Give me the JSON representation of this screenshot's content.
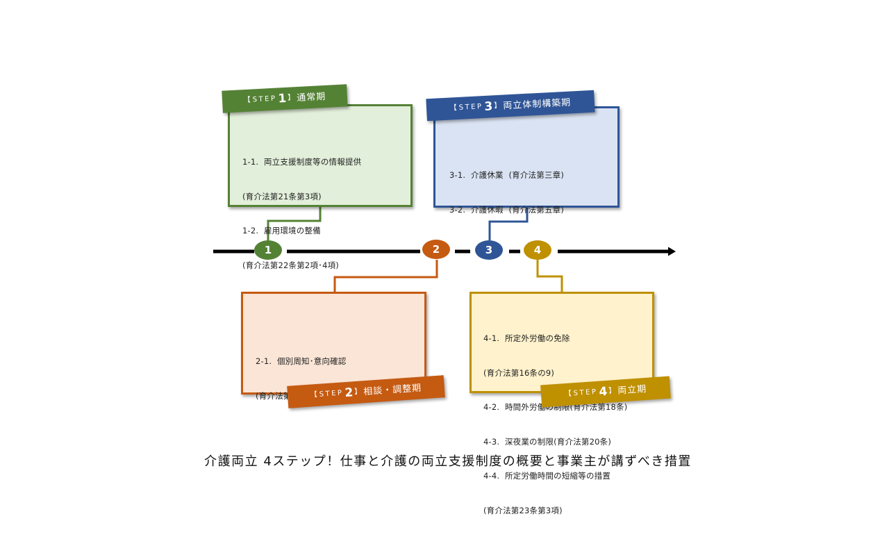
{
  "steps": [
    {
      "bracket_open": "【",
      "step_word": "STEP",
      "number": "1",
      "bracket_close": "】",
      "phase": "通常期",
      "marker": "1",
      "color": "#548235",
      "fill": "#e2efda",
      "lines": [
        "1-1.  両立支援制度等の情報提供",
        "(育介法第21条第3項)",
        "1-2.  雇用環境の整備",
        "(育介法第22条第2項･4項)"
      ]
    },
    {
      "bracket_open": "【",
      "step_word": "STEP",
      "number": "2",
      "bracket_close": "】",
      "phase": "相談・調整期",
      "marker": "2",
      "color": "#c55a11",
      "fill": "#fbe5d6",
      "lines": [
        "2-1.  個別周知･意向確認",
        "(育介法第21条第2項)"
      ]
    },
    {
      "bracket_open": "【",
      "step_word": "STEP",
      "number": "3",
      "bracket_close": "】",
      "phase": "両立体制構築期",
      "marker": "3",
      "color": "#2f5597",
      "fill": "#dae3f3",
      "lines": [
        "3-1.  介護休業  (育介法第三章)",
        "3-2.  介護休暇  (育介法第五章)"
      ]
    },
    {
      "bracket_open": "【",
      "step_word": "STEP",
      "number": "4",
      "bracket_close": "】",
      "phase": "両立期",
      "marker": "4",
      "color": "#bf9000",
      "fill": "#fff2cc",
      "lines": [
        "4-1.  所定外労働の免除",
        "(育介法第16条の9)",
        "4-2.  時間外労働の制限(育介法第18条)",
        "4-3.  深夜業の制限(育介法第20条)",
        "4-4.  所定労働時間の短縮等の措置",
        "(育介法第23条第3項)"
      ]
    }
  ],
  "caption": "介護両立 4ステップ！仕事と介護の両立支援制度の概要と事業主が講ずべき措置"
}
